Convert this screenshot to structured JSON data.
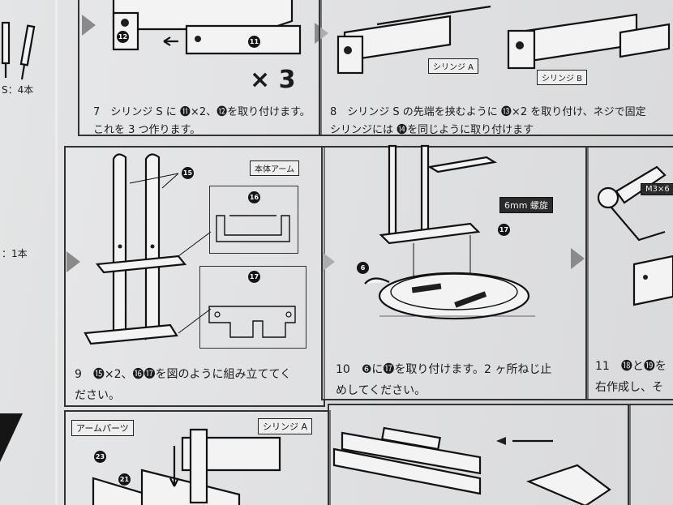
{
  "left_edge": {
    "top_label": "S：4本",
    "mid_label": "：1本"
  },
  "step7": {
    "caption_line1": "7　シリンジ S に ⓫×2、⓬を取り付けます。",
    "caption_line2": "これを 3 つ作ります。",
    "multiplier": "× 3",
    "part_a": "12",
    "part_b": "11"
  },
  "step8": {
    "caption_line1": "8　シリンジ S の先端を挟むように ⓭×2 を取り付け、ネジで固定",
    "caption_line2": "シリンジには ⓮を同じように取り付けます",
    "label_a": "シリンジ A",
    "label_b": "シリンジ B"
  },
  "step9": {
    "title_tag": "本体アーム",
    "part15": "15",
    "part16": "16",
    "part17": "17",
    "caption_line1": "9　⓯×2、⓰⓱を図のように組み立ててく",
    "caption_line2": "ださい。"
  },
  "step10": {
    "screw_tag": "6mm 螺旋",
    "part6": "6",
    "part17": "17",
    "caption_line1": "10　❻に⓱を取り付けます。2 ヶ所ねじ止",
    "caption_line2": "めしてください。"
  },
  "step11": {
    "tag": "M3×6",
    "caption_line1": "11　⓲と⓳を",
    "caption_line2": "右作成し、そ"
  },
  "step12": {
    "tag_parts": "アームパーツ",
    "tag_syringe": "シリンジ A",
    "part23": "23",
    "part21": "21"
  }
}
